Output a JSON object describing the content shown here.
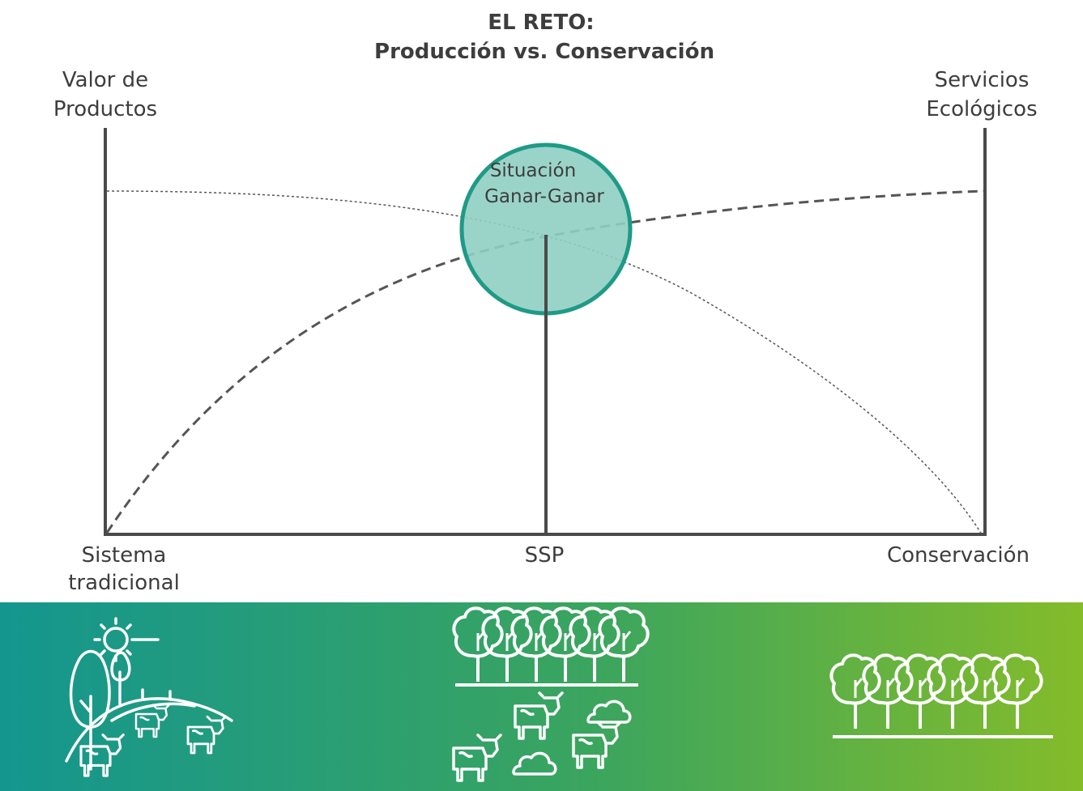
{
  "title": {
    "line1": "EL RETO:",
    "line2": "Producción vs. Conservación"
  },
  "left_axis_label": [
    "Valor de",
    "Productos"
  ],
  "right_axis_label": [
    "Servicios",
    "Ecológicos"
  ],
  "win_win_label": [
    "Situación",
    "Ganar-Ganar"
  ],
  "x_labels": {
    "left": [
      "Sistema",
      "tradicional"
    ],
    "center": "SSP",
    "right": "Conservación"
  },
  "colors": {
    "text": "#3d3d3d",
    "axis": "#4a4a4a",
    "circle_fill": "#8fcfc3",
    "circle_stroke": "#1f9a86",
    "band_left": "#14968f",
    "band_right": "#84bc2a",
    "icon": "#ffffff"
  },
  "icons": {
    "left_panel": "pasture-sun-trees-cows-icon",
    "center_panel": "silvopastoral-trees-cows-clouds-icon",
    "right_panel": "forest-trees-icon"
  }
}
